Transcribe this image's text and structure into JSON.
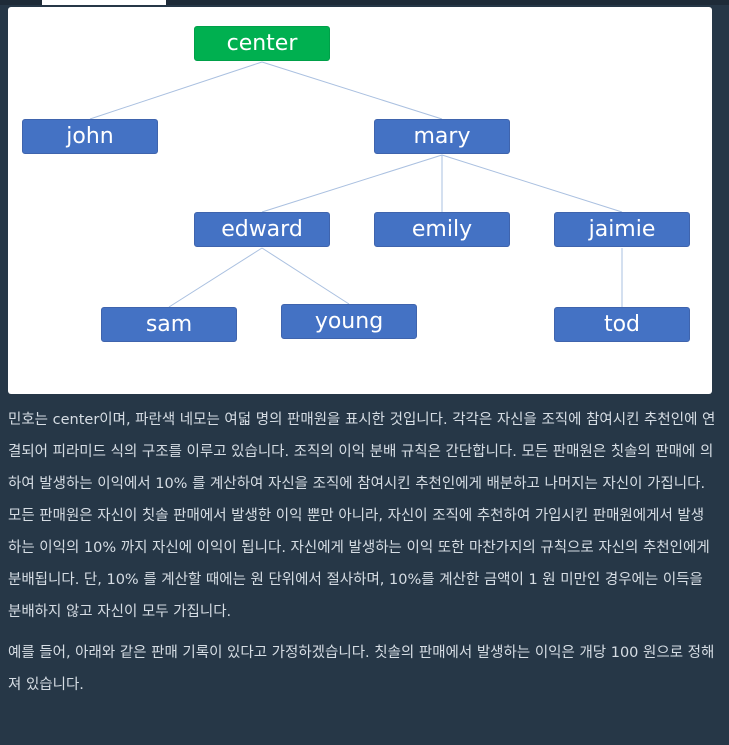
{
  "diagram": {
    "nodes": {
      "center": "center",
      "john": "john",
      "mary": "mary",
      "edward": "edward",
      "emily": "emily",
      "jaimie": "jaimie",
      "sam": "sam",
      "young": "young",
      "tod": "tod"
    },
    "edges": [
      [
        "center",
        "john"
      ],
      [
        "center",
        "mary"
      ],
      [
        "mary",
        "edward"
      ],
      [
        "mary",
        "emily"
      ],
      [
        "mary",
        "jaimie"
      ],
      [
        "edward",
        "sam"
      ],
      [
        "edward",
        "young"
      ],
      [
        "jaimie",
        "tod"
      ]
    ],
    "colors": {
      "root": "#00b050",
      "node": "#4472c4",
      "edge": "#aac0e0"
    }
  },
  "text": {
    "paragraph1": "민호는 center이며, 파란색 네모는 여덟 명의 판매원을 표시한 것입니다. 각각은 자신을 조직에 참여시킨 추천인에 연결되어 피라미드 식의 구조를 이루고 있습니다. 조직의 이익 분배 규칙은 간단합니다. 모든 판매원은 칫솔의 판매에 의하여 발생하는 이익에서 10% 를 계산하여 자신을 조직에 참여시킨 추천인에게 배분하고 나머지는 자신이 가집니다. 모든 판매원은 자신이 칫솔 판매에서 발생한 이익 뿐만 아니라, 자신이 조직에 추천하여 가입시킨 판매원에게서 발생하는 이익의 10% 까지 자신에 이익이 됩니다. 자신에게 발생하는 이익 또한 마찬가지의 규칙으로 자신의 추천인에게 분배됩니다. 단, 10% 를 계산할 때에는 원 단위에서 절사하며, 10%를 계산한 금액이 1 원 미만인 경우에는 이득을 분배하지 않고 자신이 모두 가집니다.",
    "paragraph2": "예를 들어, 아래와 같은 판매 기록이 있다고 가정하겠습니다. 칫솔의 판매에서 발생하는 이익은 개당 100 원으로 정해져 있습니다."
  }
}
